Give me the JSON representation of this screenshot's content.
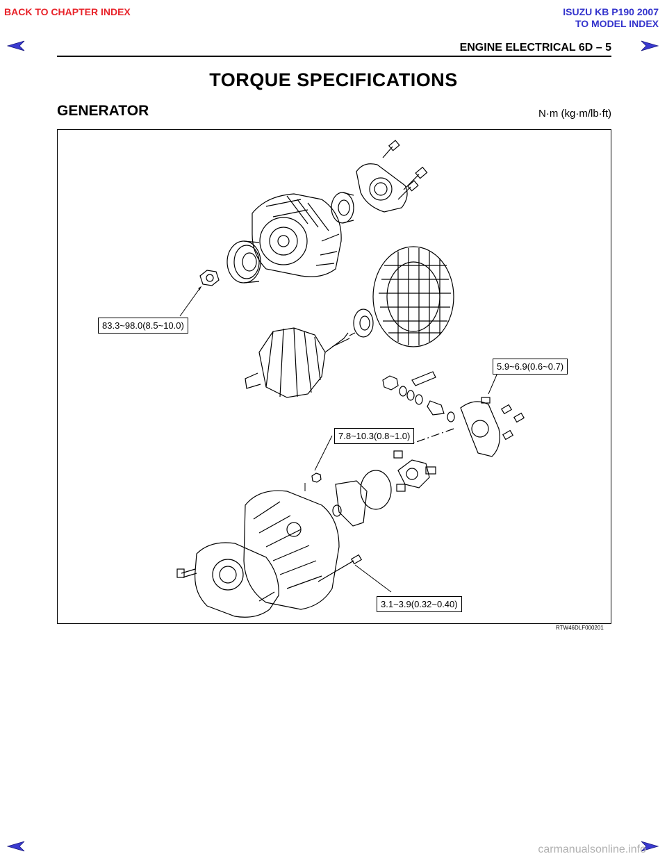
{
  "nav": {
    "back_to_chapter": "BACK TO CHAPTER INDEX",
    "model": "ISUZU KB P190 2007",
    "to_model_index": "TO MODEL INDEX"
  },
  "header": {
    "section": "ENGINE ELECTRICAL   6D – 5"
  },
  "page": {
    "title": "TORQUE SPECIFICATIONS"
  },
  "subsection": {
    "title": "GENERATOR",
    "units": "N·m (kg·m/lb·ft)"
  },
  "figure": {
    "callouts": {
      "pulley_nut": "83.3~98.0(8.5~10.0)",
      "regulator_bolt": "5.9~6.9(0.6~0.7)",
      "terminal_nut": "7.8~10.3(0.8~1.0)",
      "through_bolt": "3.1~3.9(0.32~0.40)"
    },
    "figure_id": "RTW46DLF000201"
  },
  "footer": {
    "watermark": "carmanualsonline.info"
  },
  "colors": {
    "nav_red": "#e8232a",
    "nav_blue": "#3333cc",
    "arrow_fill": "#3a3ad0"
  }
}
